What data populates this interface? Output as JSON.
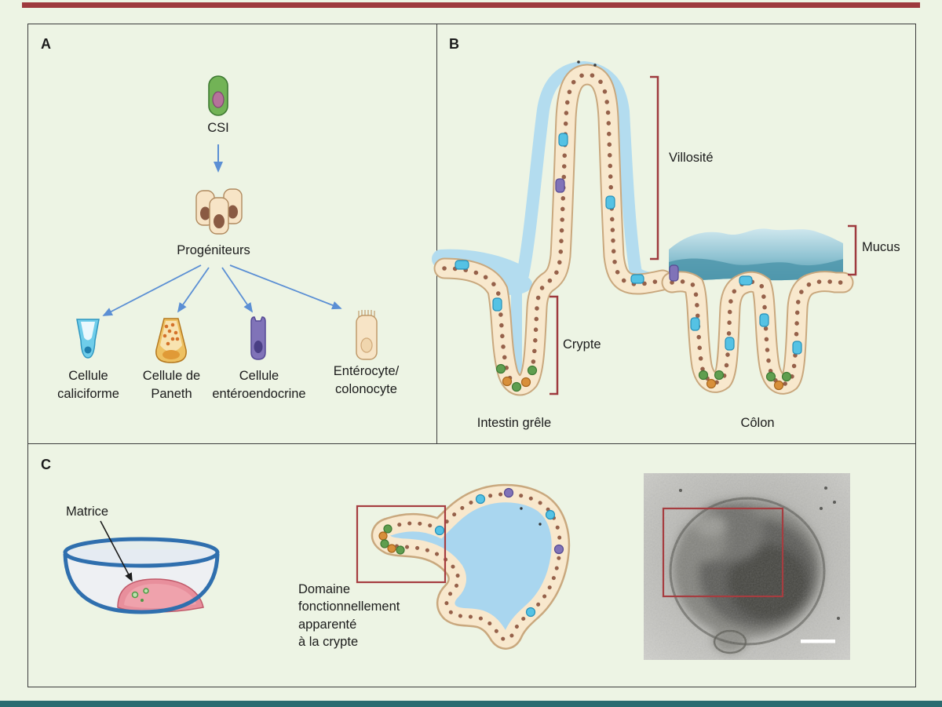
{
  "panel_a": {
    "letter": "A",
    "csi_label": "CSI",
    "progenitors_label": "Progéniteurs",
    "cell_types": [
      {
        "label": "Cellule\ncaliciforme"
      },
      {
        "label": "Cellule de\nPaneth"
      },
      {
        "label": "Cellule\nentéroendocrine"
      },
      {
        "label": "Entérocyte/\ncolonocyte"
      }
    ]
  },
  "panel_b": {
    "letter": "B",
    "villus_label": "Villosité",
    "mucus_label": "Mucus",
    "crypt_label": "Crypte",
    "small_intestine_label": "Intestin grêle",
    "colon_label": "Côlon"
  },
  "panel_c": {
    "letter": "C",
    "matrix_label": "Matrice",
    "crypt_domain_label": "Domaine\nfonctionnellement\napparenté\nà la crypte"
  },
  "palette": {
    "background": "#edf4e4",
    "top_rule": "#9e3a3e",
    "bottom_rule": "#2a6b70",
    "bracket_red": "#9e3a3e",
    "stem_cell_green": "#72b356",
    "progenitor_beige": "#f7e4c6",
    "epithelium_band": "#f8e8cd",
    "nucleus_brown": "#96614a",
    "goblet_blue": "#55c2e4",
    "paneth_orange": "#eaa93c",
    "enteroendocrine_purple": "#8073b8",
    "lumen_blue": "#b3dcef",
    "arrow_blue": "#5b8fd4"
  }
}
